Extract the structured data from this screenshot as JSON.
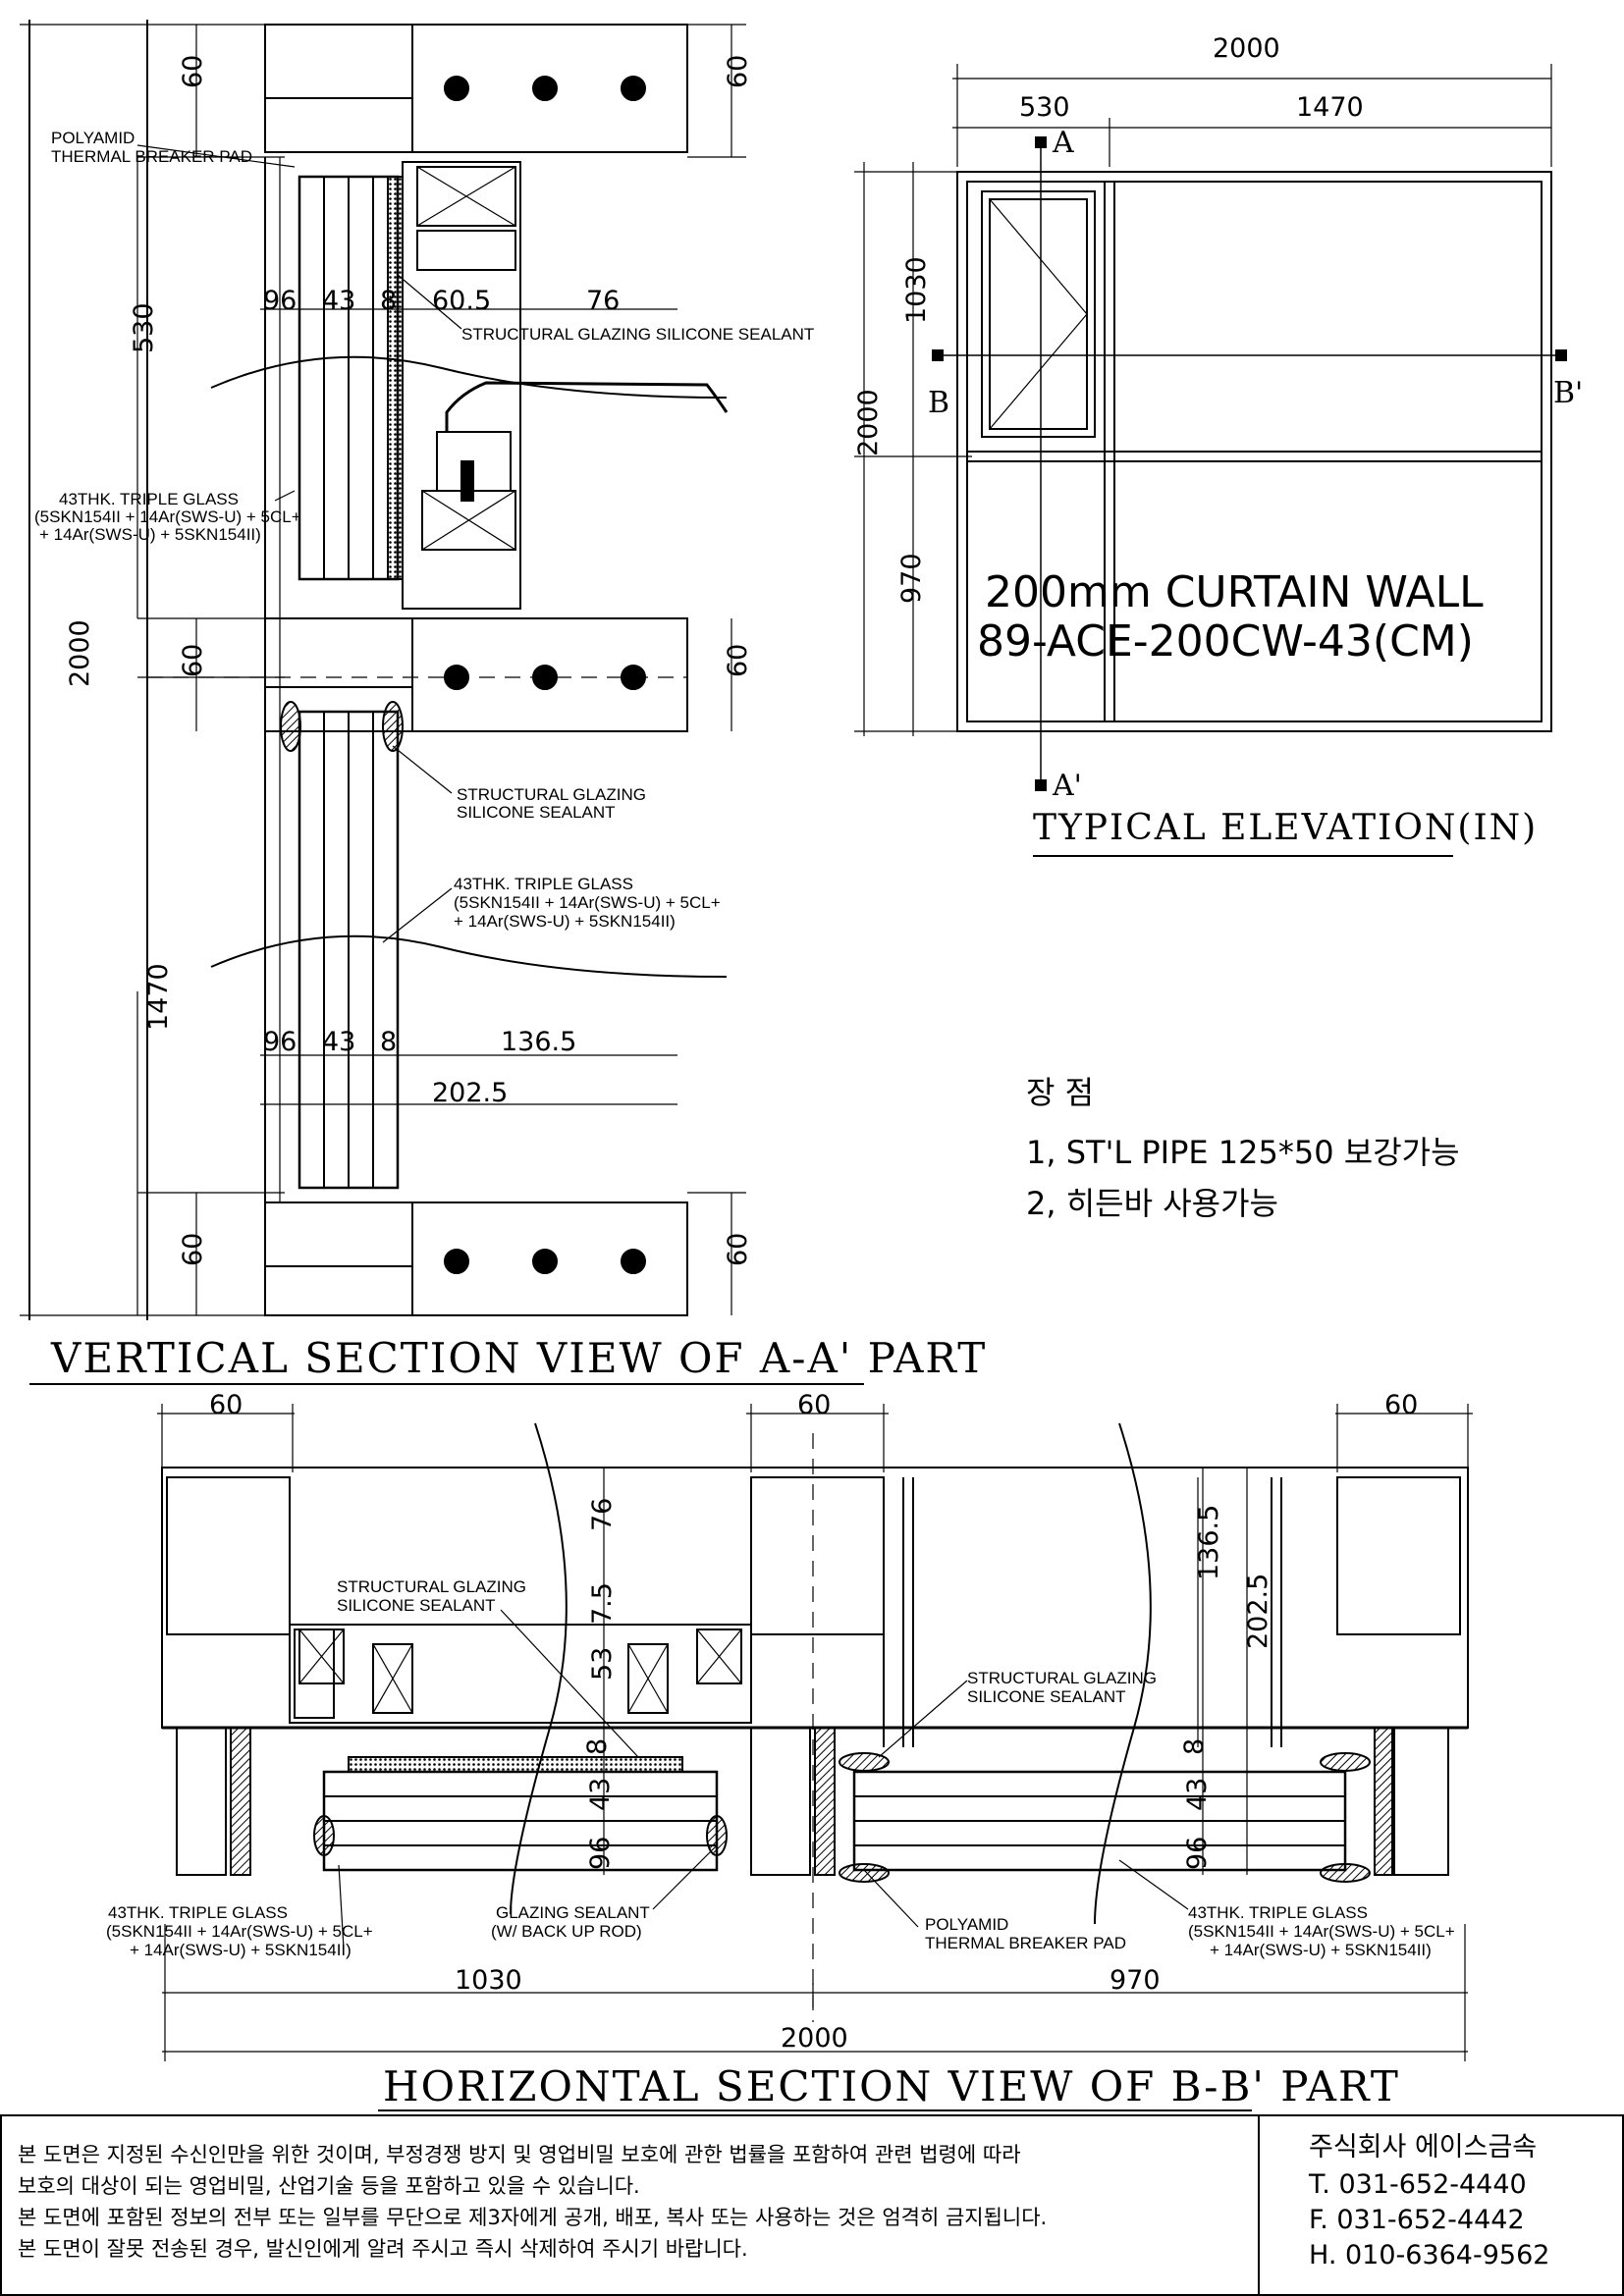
{
  "vertical": {
    "title": "VERTICAL SECTION VIEW OF A-A' PART",
    "dims": {
      "top_60_left": "60",
      "top_60_right": "60",
      "d530": "530",
      "d2000": "2000",
      "d1470": "1470",
      "mid_60_left": "60",
      "mid_60_right": "60",
      "bot_60_left": "60",
      "bot_60_right": "60",
      "u96": "96",
      "u43": "43",
      "u8": "8",
      "u605": "60.5",
      "u76": "76",
      "l96": "96",
      "l43": "43",
      "l8": "8",
      "l1365": "136.5",
      "l2025": "202.5"
    },
    "notes": {
      "polyamid_1": "POLYAMID",
      "polyamid_2": "THERMAL BREAKER PAD",
      "sg_sealant_top": "STRUCTURAL GLAZING SILICONE SEALANT",
      "glass_up_1": "43THK. TRIPLE GLASS",
      "glass_up_2": "(5SKN154II + 14Ar(SWS-U) + 5CL+",
      "glass_up_3": "+ 14Ar(SWS-U) + 5SKN154II)",
      "sg_mid_1": "STRUCTURAL GLAZING",
      "sg_mid_2": "SILICONE SEALANT",
      "glass_lo_1": "43THK. TRIPLE GLASS",
      "glass_lo_2": "(5SKN154II + 14Ar(SWS-U) + 5CL+",
      "glass_lo_3": "+ 14Ar(SWS-U) + 5SKN154II)"
    }
  },
  "elevation": {
    "title": "TYPICAL ELEVATION(IN)",
    "dim_total": "2000",
    "dim_530": "530",
    "dim_1470": "1470",
    "dim_1030": "1030",
    "dim_970": "970",
    "dim_2000v": "2000",
    "mark_a": "A",
    "mark_a2": "A'",
    "mark_b": "B",
    "mark_b2": "B'",
    "product_line1": "200mm CURTAIN WALL",
    "product_line2": "89-ACE-200CW-43(CM)"
  },
  "advantages": {
    "heading": "장   점",
    "item1": "1, ST'L PIPE 125*50 보강가능",
    "item2": "2, 히든바 사용가능"
  },
  "horizontal": {
    "title": "HORIZONTAL SECTION VIEW OF B-B' PART",
    "dims": {
      "t60_left": "60",
      "t60_mid": "60",
      "t60_right": "60",
      "v76": "76",
      "v75": "7.5",
      "v53": "53",
      "v8": "8",
      "v43": "43",
      "v96": "96",
      "r1365": "136.5",
      "r2025": "202.5",
      "r8": "8",
      "r43": "43",
      "r96": "96",
      "b1030": "1030",
      "b970": "970",
      "b2000": "2000"
    },
    "notes": {
      "sg_left_1": "STRUCTURAL GLAZING",
      "sg_left_2": "SILICONE SEALANT",
      "sg_right_1": "STRUCTURAL GLAZING",
      "sg_right_2": "SILICONE SEALANT",
      "glass_left_1": "43THK. TRIPLE GLASS",
      "glass_left_2": "(5SKN154II + 14Ar(SWS-U) + 5CL+",
      "glass_left_3": "+ 14Ar(SWS-U) + 5SKN154II)",
      "glazing_1": "GLAZING SEALANT",
      "glazing_2": "(W/ BACK UP ROD)",
      "poly_1": "POLYAMID",
      "poly_2": "THERMAL BREAKER PAD",
      "glass_right_1": "43THK. TRIPLE GLASS",
      "glass_right_2": "(5SKN154II + 14Ar(SWS-U) + 5CL+",
      "glass_right_3": "+ 14Ar(SWS-U) + 5SKN154II)"
    }
  },
  "footer": {
    "line1": "본 도면은 지정된 수신인만을 위한 것이며, 부정경쟁 방지 및 영업비밀 보호에 관한 법률을 포함하여 관련 법령에 따라",
    "line2": "보호의 대상이 되는 영업비밀, 산업기술 등을 포함하고 있을 수 있습니다.",
    "line3": "본 도면에 포함된 정보의 전부 또는 일부를 무단으로 제3자에게 공개, 배포, 복사 또는 사용하는 것은 엄격히 금지됩니다.",
    "line4": "본 도면이 잘못 전송된 경우, 발신인에게 알려 주시고 즉시 삭제하여 주시기 바랍니다.",
    "company": "주식회사 에이스금속",
    "tel": "T. 031-652-4440",
    "fax": "F. 031-652-4442",
    "hp": "H. 010-6364-9562"
  }
}
